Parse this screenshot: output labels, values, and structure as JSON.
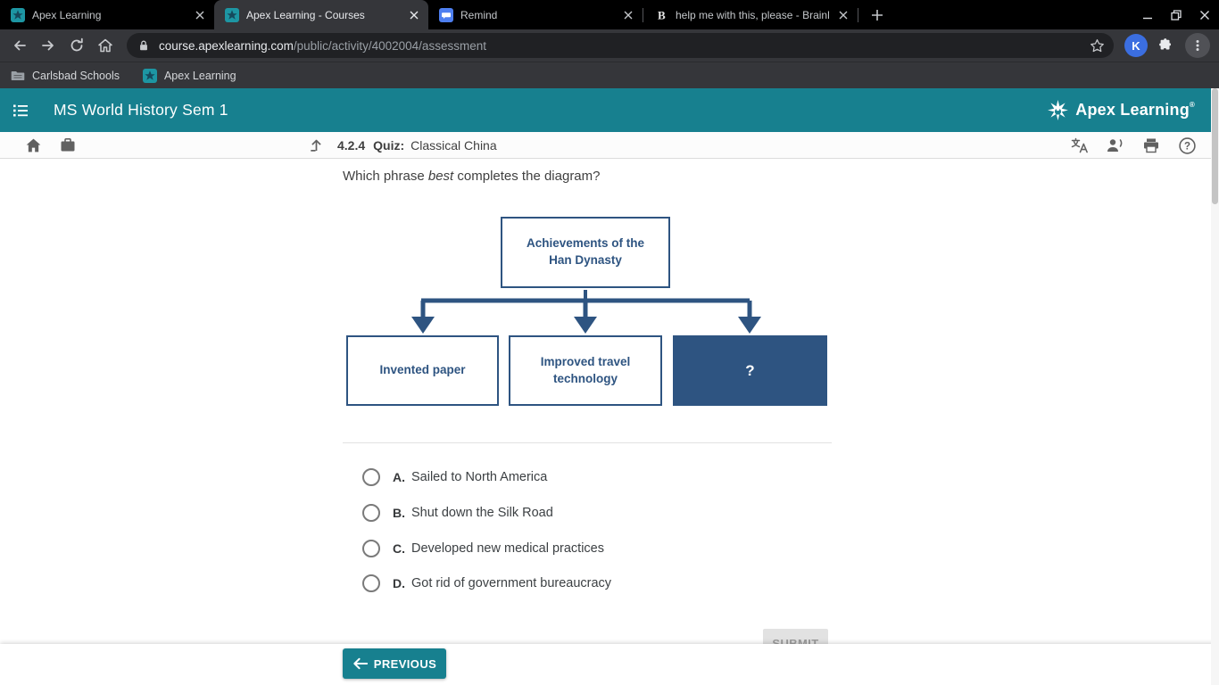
{
  "browser": {
    "tabs": [
      {
        "title": "Apex Learning"
      },
      {
        "title": "Apex Learning - Courses"
      },
      {
        "title": "Remind"
      },
      {
        "title": "help me with this, please - Brainl"
      }
    ],
    "url_host": "course.apexlearning.com",
    "url_path": "/public/activity/4002004/assessment",
    "avatar_initial": "K",
    "bookmarks": [
      {
        "label": "Carlsbad Schools"
      },
      {
        "label": "Apex Learning"
      }
    ]
  },
  "app": {
    "course_title": "MS World History Sem 1",
    "brand_name": "Apex Learning",
    "activity_number": "4.2.4",
    "activity_type": "Quiz:",
    "activity_name": "Classical China"
  },
  "question": {
    "prompt_prefix": "Which phrase ",
    "prompt_emphasis": "best",
    "prompt_suffix": " completes the diagram?",
    "options": [
      {
        "letter": "A.",
        "text": "Sailed to North America"
      },
      {
        "letter": "B.",
        "text": "Shut down the Silk Road"
      },
      {
        "letter": "C.",
        "text": "Developed new medical practices"
      },
      {
        "letter": "D.",
        "text": "Got rid of government bureaucracy"
      }
    ],
    "submit_label": "SUBMIT",
    "previous_label": "PREVIOUS"
  },
  "diagram": {
    "top_box": "Achievements of the Han Dynasty",
    "children": [
      "Invented paper",
      "Improved travel technology",
      "?"
    ]
  },
  "colors": {
    "header_teal": "#17808F",
    "diagram_navy": "#2E5481",
    "chrome_black": "#000000",
    "chrome_toolbar": "#35363a",
    "submit_gray": "#e2e2e2"
  }
}
